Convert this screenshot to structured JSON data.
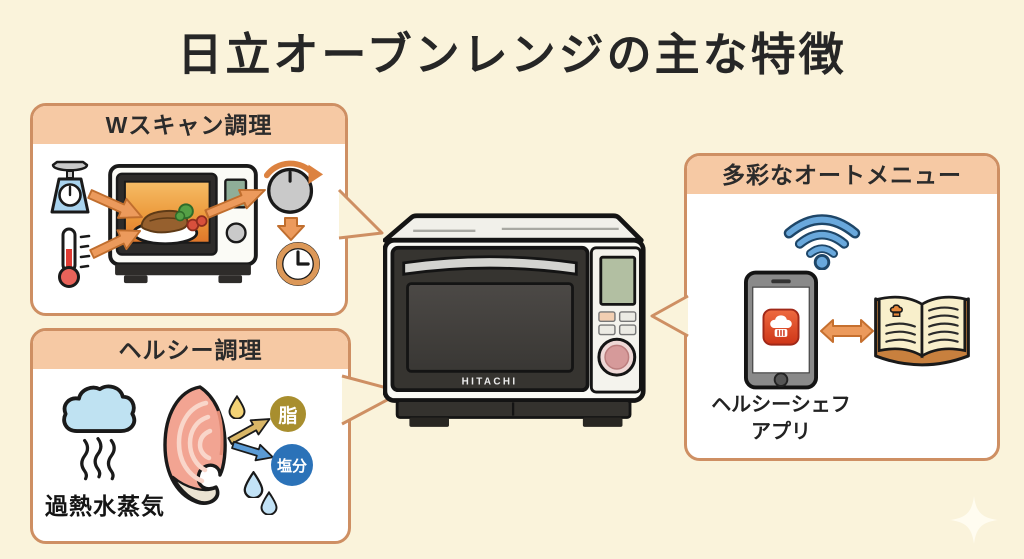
{
  "page": {
    "title": "日立オーブンレンジの主な特徴"
  },
  "features": {
    "wscan": {
      "title": "Wスキャン調理",
      "icons": [
        "scale-icon",
        "thermometer-icon",
        "mini-oven-food-icon",
        "scan-arrow-icons",
        "dial-icon",
        "rotate-arrow-icon",
        "down-arrow-icon",
        "clock-icon"
      ]
    },
    "healthy": {
      "title": "ヘルシー調理",
      "steam_label": "過熱水蒸気",
      "fat_badge": "脂",
      "salt_badge": "塩分",
      "icons": [
        "steam-cloud-icon",
        "salmon-icon",
        "oil-droplet-icon",
        "water-droplet-icons",
        "fat-arrow-icon",
        "salt-arrow-icon"
      ]
    },
    "automenu": {
      "title": "多彩なオートメニュー",
      "app_label_line1": "ヘルシーシェフ",
      "app_label_line2": "アプリ",
      "icons": [
        "wifi-icon",
        "smartphone-icon",
        "chef-app-icon",
        "sync-arrow-icon",
        "recipe-book-icon"
      ]
    }
  },
  "oven": {
    "brand": "HITACHI"
  },
  "colors": {
    "background": "#FAF3DB",
    "box_border": "#CE8F63",
    "box_header_bg": "#F6C9A4",
    "arrow_orange": "#EC9A5C",
    "wifi_blue": "#69A8DC",
    "fat_badge_bg": "#A88E2E",
    "salt_badge_bg": "#2B72B8",
    "app_icon_red": "#E0482A",
    "steam_blue": "#BFE2F2",
    "salmon_pink": "#F2A492"
  }
}
